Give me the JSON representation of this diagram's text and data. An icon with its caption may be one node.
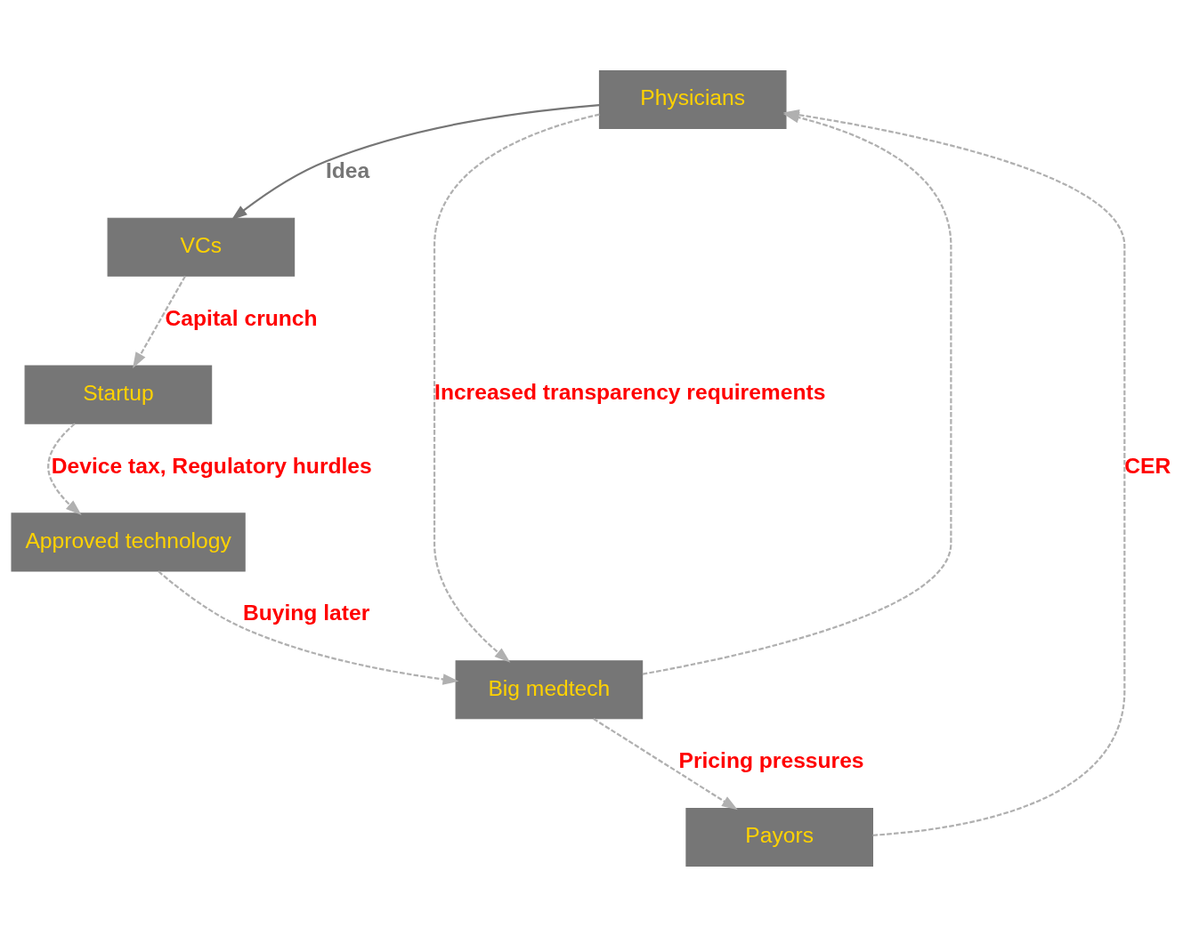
{
  "diagram": {
    "nodes": [
      {
        "text": [
          "Physicians"
        ]
      },
      {
        "text": [
          "VCs"
        ]
      },
      {
        "text": [
          "Startup"
        ]
      },
      {
        "text": [
          "Approved technology"
        ]
      },
      {
        "text": [
          "Big medtech"
        ]
      },
      {
        "text": [
          "Payors"
        ]
      }
    ],
    "edges": [
      {
        "from": 0,
        "to": 1,
        "arrow": "to",
        "label": "Idea",
        "color": "#767676"
      },
      {
        "from": 1,
        "to": 2,
        "arrow": "to",
        "label": "Capital crunch",
        "style": "dashed"
      },
      {
        "from": 2,
        "to": 3,
        "arrow": "to",
        "label": "Device tax, Regulatory hurdles",
        "style": "dashed"
      },
      {
        "from": 3,
        "to": 4,
        "arrow": "to",
        "label": "Buying later",
        "style": "dashed"
      },
      {
        "from": 4,
        "to": 5,
        "arrow": "to",
        "label": "Pricing pressures",
        "style": "dashed"
      },
      {
        "from": 5,
        "to": 0,
        "arrow": "to",
        "label": "CER",
        "style": "dashed"
      },
      {
        "from": 0,
        "to": 4,
        "arrow": "to",
        "label": "Increased transparency requirements",
        "style": "dashed"
      },
      {
        "from": 4,
        "to": 0,
        "arrow": "to",
        "style": "dashed"
      }
    ]
  }
}
